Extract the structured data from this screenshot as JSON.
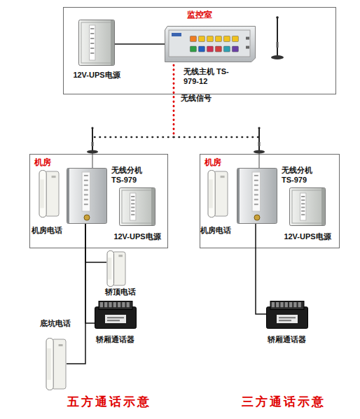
{
  "diagram": {
    "nodes": [
      {
        "text": [
          "监控室"
        ]
      },
      {
        "text": [
          "12V-UPS电源"
        ],
        "in": 0
      },
      {
        "text": [
          "无线主机 TS-979-12"
        ],
        "in": 0
      },
      {
        "text": [
          "机房"
        ]
      },
      {
        "text": [
          "机房电话"
        ],
        "in": 3
      },
      {
        "text": [
          "无线分机 TS-979"
        ],
        "in": 3
      },
      {
        "text": [
          "12V-UPS电源"
        ],
        "in": 3
      },
      {
        "text": [
          "机房"
        ]
      },
      {
        "text": [
          "机房电话"
        ],
        "in": 7
      },
      {
        "text": [
          "无线分机 TS-979"
        ],
        "in": 7
      },
      {
        "text": [
          "12V-UPS电源"
        ],
        "in": 7
      },
      {
        "text": [
          "轿顶电话"
        ]
      },
      {
        "text": [
          "轿厢通话器"
        ]
      },
      {
        "text": [
          "底坑电话"
        ]
      },
      {
        "text": [
          "轿厢通话器"
        ]
      }
    ],
    "edges": [
      {
        "from": 1,
        "to": 2,
        "arrow": "none"
      },
      {
        "from": 2,
        "to": 5,
        "label": "无线信号",
        "arrow": "none"
      },
      {
        "from": 2,
        "to": 9,
        "arrow": "none"
      },
      {
        "from": 5,
        "to": 11,
        "arrow": "none"
      },
      {
        "from": 5,
        "to": 12,
        "arrow": "none"
      },
      {
        "from": 5,
        "to": 13,
        "arrow": "none"
      },
      {
        "from": 9,
        "to": 14,
        "arrow": "none"
      }
    ],
    "labels": [
      "五方通话示意",
      "三方通话示意"
    ]
  }
}
